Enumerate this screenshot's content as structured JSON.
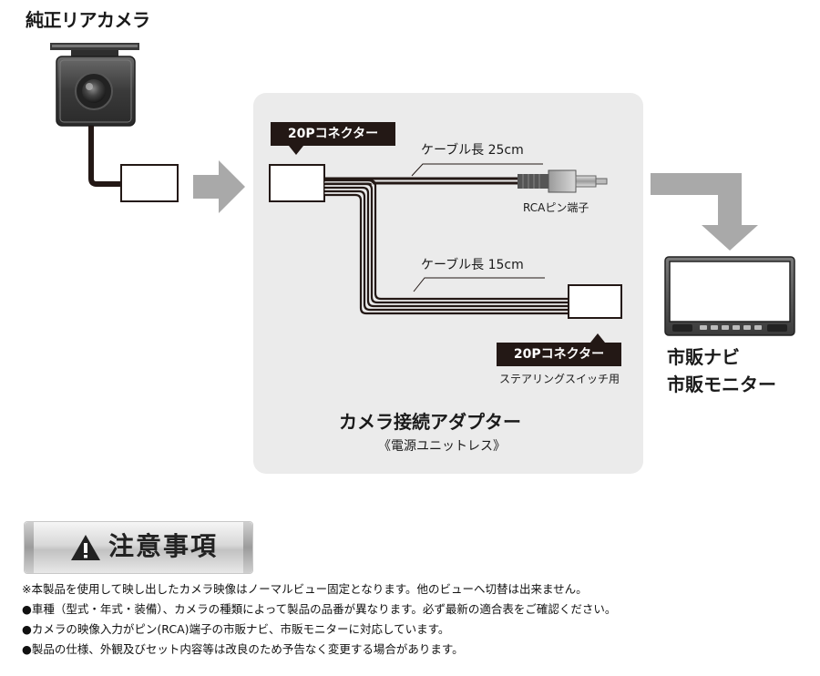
{
  "colors": {
    "panel": "#ebebeb",
    "arrow": "#a9a9a9",
    "dark": "#231815",
    "cable": "#231815"
  },
  "camera": {
    "title": "純正リアカメラ"
  },
  "adapter": {
    "cable_long_label": "ケーブル長 25cm",
    "cable_short_label": "ケーブル長 15cm",
    "connector_top_label": "20Pコネクター",
    "connector_bottom_label": "20Pコネクター",
    "rca_label": "RCAピン端子",
    "steering_label": "ステアリングスイッチ用",
    "name": "カメラ接続アダプター",
    "subtitle": "《電源ユニットレス》"
  },
  "monitor": {
    "line1": "市販ナビ",
    "line2": "市販モニター"
  },
  "caution": {
    "icon": "warning-triangle-icon",
    "title": "注意事項",
    "notes": [
      "※本製品を使用して映し出したカメラ映像はノーマルビュー固定となります。他のビューへ切替は出来ません。",
      "●車種（型式・年式・装備）、カメラの種類によって製品の品番が異なります。必ず最新の適合表をご確認ください。",
      "●カメラの映像入力がピン(RCA)端子の市販ナビ、市販モニターに対応しています。",
      "●製品の仕様、外観及びセット内容等は改良のため予告なく変更する場合があります。"
    ]
  }
}
